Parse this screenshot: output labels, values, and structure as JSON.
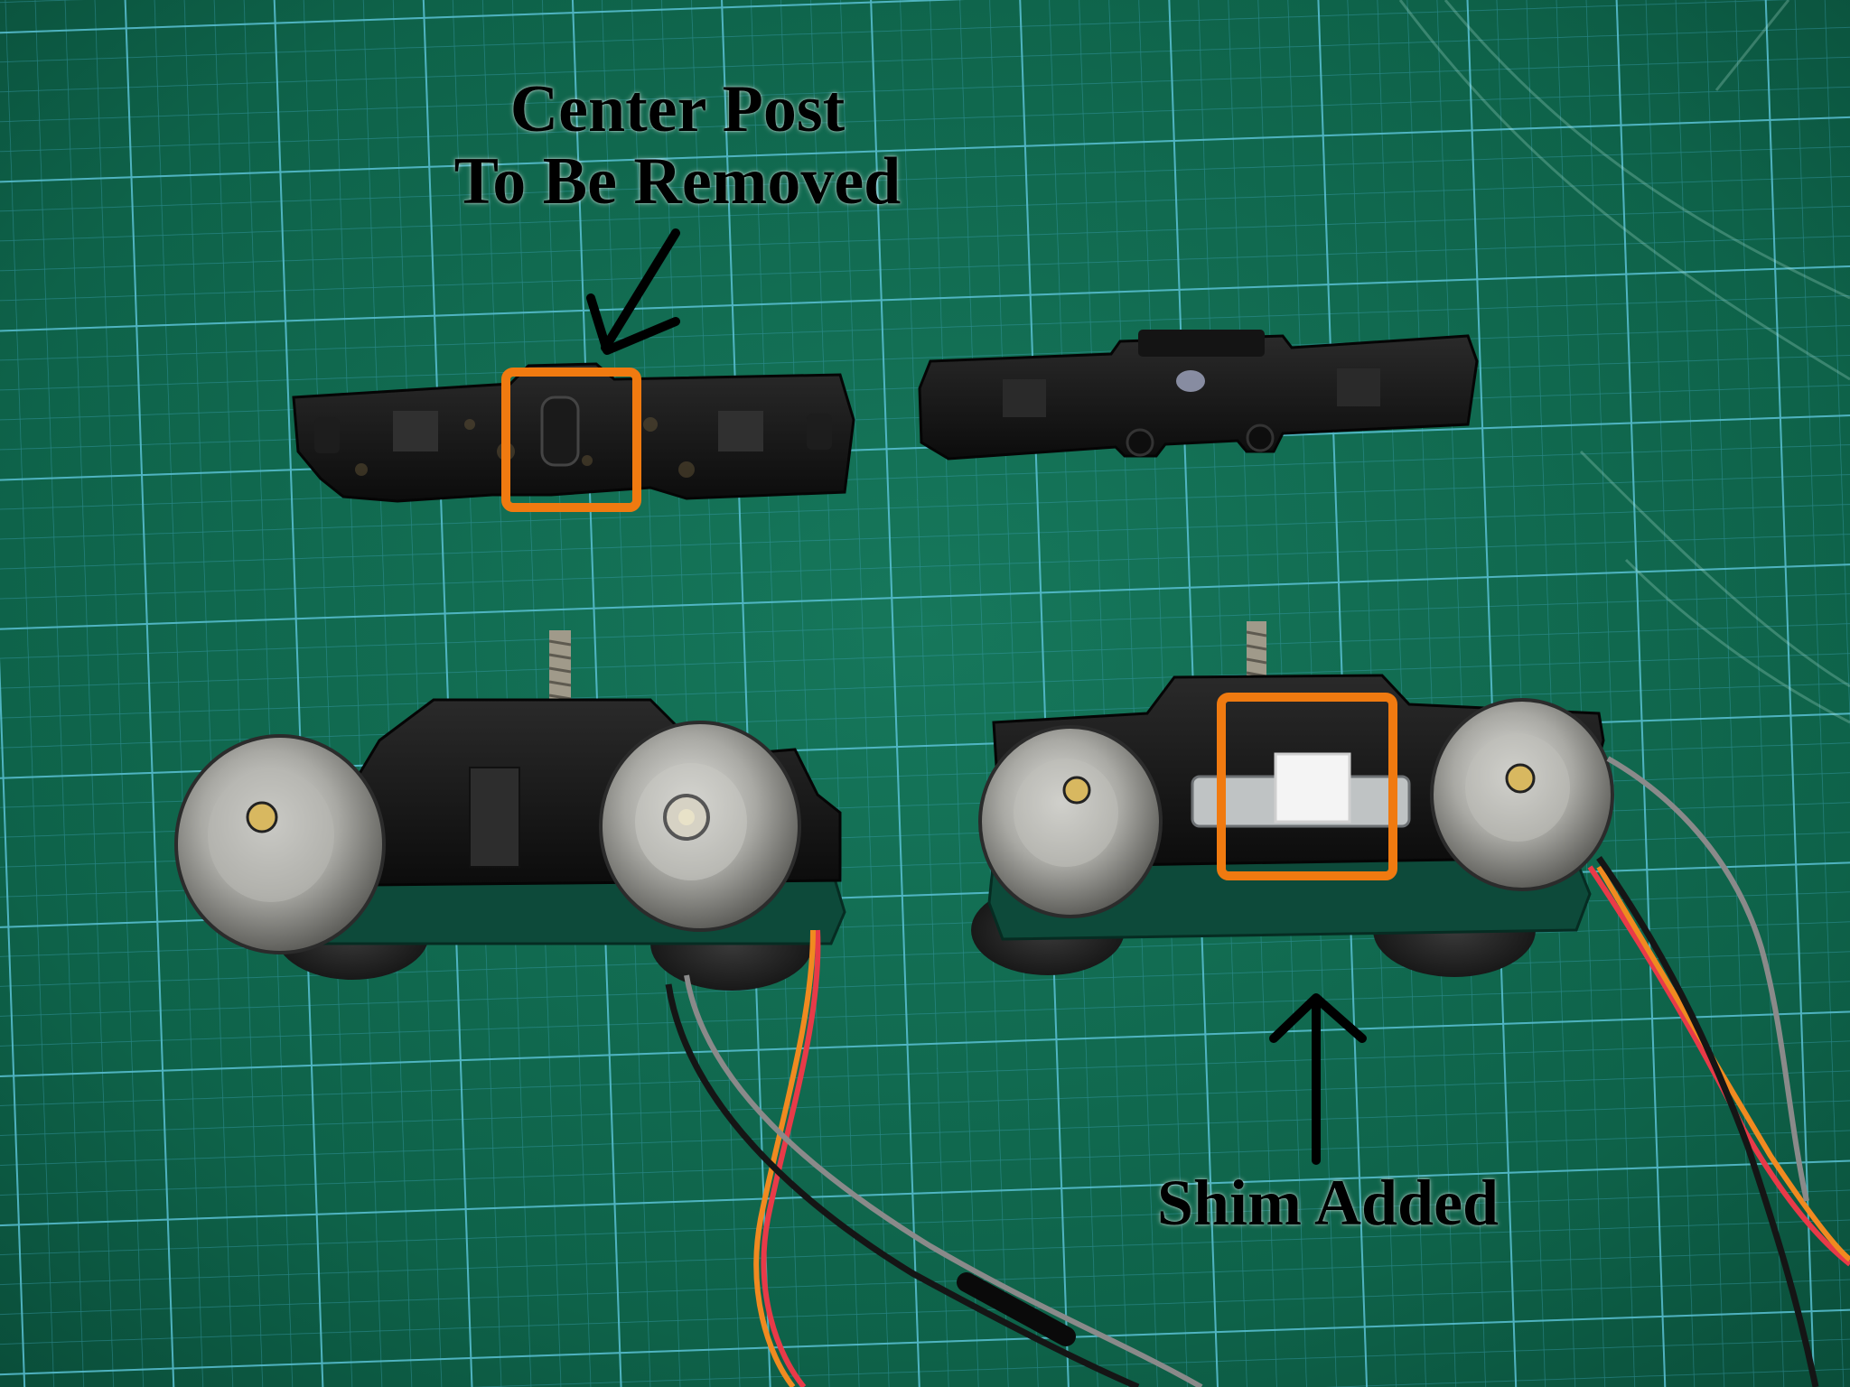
{
  "annotations": {
    "top_label_line1": "Center Post",
    "top_label_line2": "To Be Removed",
    "bottom_label": "Shim Added"
  },
  "colors": {
    "mat": "#0f6a50",
    "grid": "#4fb8d0",
    "highlight_box": "#f07a10",
    "arrow": "#000000"
  }
}
